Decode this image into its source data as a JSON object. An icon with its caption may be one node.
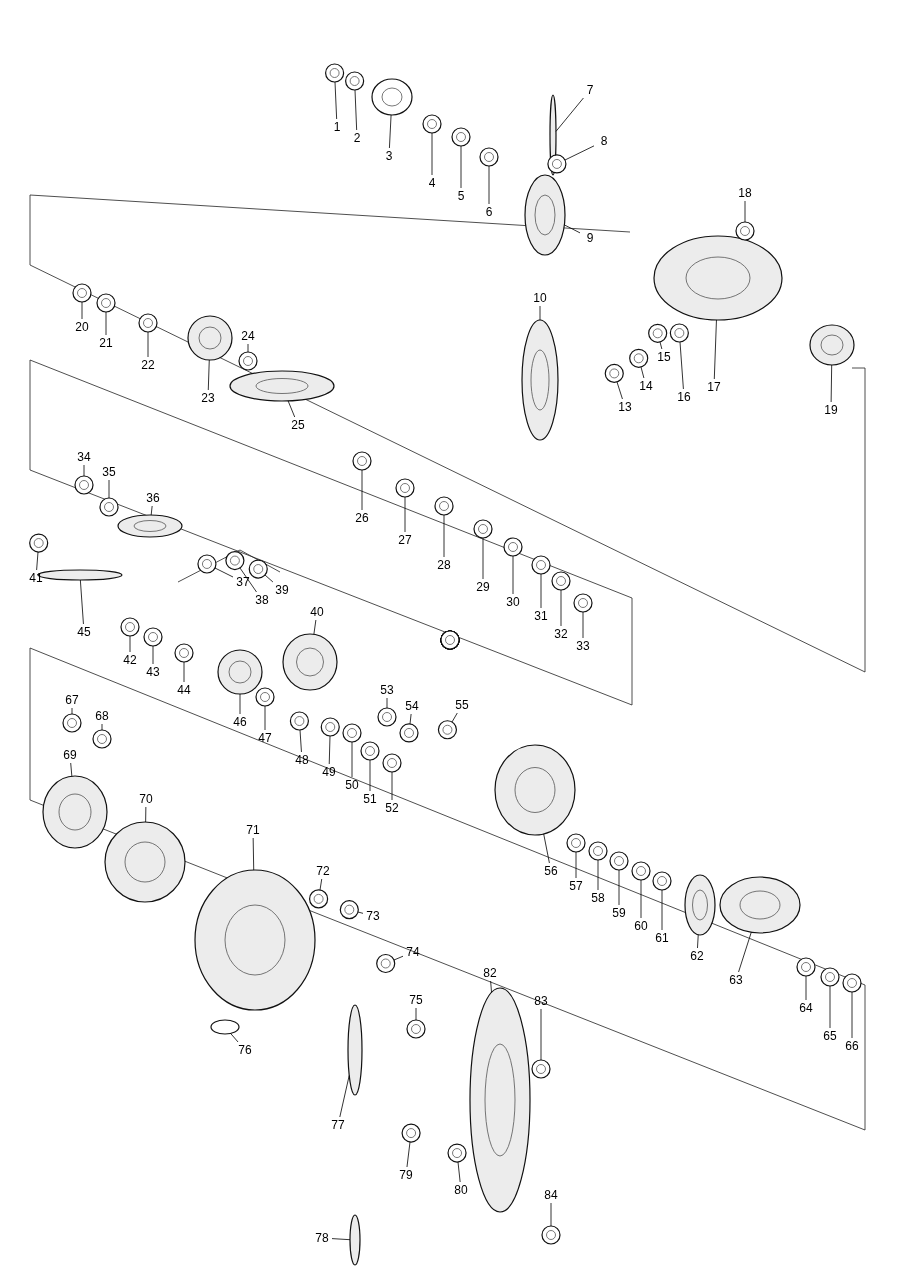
{
  "diagram": {
    "nodes": [
      {
        "text": [
          "1"
        ]
      },
      {
        "text": [
          "2"
        ]
      },
      {
        "text": [
          "3"
        ]
      },
      {
        "text": [
          "4"
        ]
      },
      {
        "text": [
          "5"
        ]
      },
      {
        "text": [
          "6"
        ]
      },
      {
        "text": [
          "7"
        ]
      },
      {
        "text": [
          "8"
        ]
      },
      {
        "text": [
          "9"
        ]
      },
      {
        "text": [
          "10"
        ]
      },
      {
        "text": [
          "13"
        ]
      },
      {
        "text": [
          "14"
        ]
      },
      {
        "text": [
          "15"
        ]
      },
      {
        "text": [
          "16"
        ]
      },
      {
        "text": [
          "17"
        ]
      },
      {
        "text": [
          "18"
        ]
      },
      {
        "text": [
          "19"
        ]
      },
      {
        "text": [
          "20"
        ]
      },
      {
        "text": [
          "21"
        ]
      },
      {
        "text": [
          "22"
        ]
      },
      {
        "text": [
          "23"
        ]
      },
      {
        "text": [
          "24"
        ]
      },
      {
        "text": [
          "25"
        ]
      },
      {
        "text": [
          "26"
        ]
      },
      {
        "text": [
          "27"
        ]
      },
      {
        "text": [
          "28"
        ]
      },
      {
        "text": [
          "29"
        ]
      },
      {
        "text": [
          "30"
        ]
      },
      {
        "text": [
          "31"
        ]
      },
      {
        "text": [
          "32"
        ]
      },
      {
        "text": [
          "33"
        ]
      },
      {
        "text": [
          "34"
        ]
      },
      {
        "text": [
          "35"
        ]
      },
      {
        "text": [
          "36"
        ]
      },
      {
        "text": [
          "37"
        ]
      },
      {
        "text": [
          "38"
        ]
      },
      {
        "text": [
          "39"
        ]
      },
      {
        "text": [
          "40"
        ]
      },
      {
        "text": [
          "41"
        ]
      },
      {
        "text": [
          "42"
        ]
      },
      {
        "text": [
          "43"
        ]
      },
      {
        "text": [
          "44"
        ]
      },
      {
        "text": [
          "45"
        ]
      },
      {
        "text": [
          "46"
        ]
      },
      {
        "text": [
          "47"
        ]
      },
      {
        "text": [
          "48"
        ]
      },
      {
        "text": [
          "49"
        ]
      },
      {
        "text": [
          "50"
        ]
      },
      {
        "text": [
          "51"
        ]
      },
      {
        "text": [
          "52"
        ]
      },
      {
        "text": [
          "53"
        ]
      },
      {
        "text": [
          "54"
        ]
      },
      {
        "text": [
          "55"
        ]
      },
      {
        "text": [
          "56"
        ]
      },
      {
        "text": [
          "57"
        ]
      },
      {
        "text": [
          "58"
        ]
      },
      {
        "text": [
          "59"
        ]
      },
      {
        "text": [
          "60"
        ]
      },
      {
        "text": [
          "61"
        ]
      },
      {
        "text": [
          "62"
        ]
      },
      {
        "text": [
          "63"
        ]
      },
      {
        "text": [
          "64"
        ]
      },
      {
        "text": [
          "65"
        ]
      },
      {
        "text": [
          "66"
        ]
      },
      {
        "text": [
          "67"
        ]
      },
      {
        "text": [
          "68"
        ]
      },
      {
        "text": [
          "69"
        ]
      },
      {
        "text": [
          "70"
        ]
      },
      {
        "text": [
          "71"
        ]
      },
      {
        "text": [
          "72"
        ]
      },
      {
        "text": [
          "73"
        ]
      },
      {
        "text": [
          "74"
        ]
      },
      {
        "text": [
          "75"
        ]
      },
      {
        "text": [
          "76"
        ]
      },
      {
        "text": [
          "77"
        ]
      },
      {
        "text": [
          "78"
        ]
      },
      {
        "text": [
          "79"
        ]
      },
      {
        "text": [
          "80"
        ]
      },
      {
        "text": [
          "82"
        ]
      },
      {
        "text": [
          "83"
        ]
      },
      {
        "text": [
          "84"
        ]
      },
      {
        "text": [],
        "shape": "circle"
      },
      {
        "text": [],
        "shape": "circle"
      },
      {
        "text": [],
        "shape": "circle"
      },
      {
        "text": [],
        "shape": "circle"
      },
      {
        "text": [],
        "shape": "circle"
      },
      {
        "text": [],
        "shape": "circle"
      },
      {
        "text": [],
        "shape": "circle"
      },
      {
        "text": [],
        "shape": "circle"
      },
      {
        "text": [],
        "shape": "circle"
      },
      {
        "text": [],
        "shape": "circle"
      },
      {
        "text": [],
        "shape": "circle"
      },
      {
        "text": [],
        "shape": "circle"
      },
      {
        "text": [],
        "shape": "circle"
      },
      {
        "text": [],
        "shape": "circle"
      },
      {
        "text": [],
        "shape": "circle"
      },
      {
        "text": [],
        "shape": "circle"
      },
      {
        "text": [],
        "shape": "circle"
      },
      {
        "text": [],
        "shape": "circle"
      },
      {
        "text": [],
        "shape": "circle"
      },
      {
        "text": [],
        "shape": "circle"
      },
      {
        "text": [],
        "shape": "circle"
      },
      {
        "text": [],
        "shape": "circle"
      },
      {
        "text": [],
        "shape": "circle"
      },
      {
        "text": [],
        "shape": "circle"
      },
      {
        "text": [],
        "shape": "circle"
      },
      {
        "text": [],
        "shape": "circle"
      },
      {
        "text": [],
        "shape": "circle"
      },
      {
        "text": [],
        "shape": "circle"
      },
      {
        "text": [],
        "shape": "circle"
      },
      {
        "text": [],
        "shape": "circle"
      },
      {
        "text": [],
        "shape": "circle"
      },
      {
        "text": [],
        "shape": "circle"
      },
      {
        "text": [],
        "shape": "circle"
      },
      {
        "text": [],
        "shape": "circle"
      },
      {
        "text": [],
        "shape": "circle"
      },
      {
        "text": [],
        "shape": "circle"
      },
      {
        "text": [],
        "shape": "circle"
      },
      {
        "text": [],
        "shape": "circle"
      },
      {
        "text": [],
        "shape": "circle"
      },
      {
        "text": [],
        "shape": "circle"
      },
      {
        "text": [],
        "shape": "circle"
      },
      {
        "text": [],
        "shape": "circle"
      },
      {
        "text": [],
        "shape": "circle"
      },
      {
        "text": [],
        "shape": "circle"
      },
      {
        "text": [],
        "shape": "circle"
      },
      {
        "text": [],
        "shape": "circle"
      },
      {
        "text": [],
        "shape": "circle"
      },
      {
        "text": [],
        "shape": "circle"
      },
      {
        "text": [],
        "shape": "circle"
      },
      {
        "text": [],
        "shape": "circle"
      },
      {
        "text": [],
        "shape": "circle"
      },
      {
        "text": [],
        "shape": "circle"
      },
      {
        "text": [],
        "shape": "circle"
      },
      {
        "text": [],
        "shape": "circle"
      },
      {
        "text": [],
        "shape": "circle"
      },
      {
        "text": [],
        "shape": "circle"
      },
      {
        "text": [],
        "shape": "circle"
      },
      {
        "text": [],
        "shape": "circle"
      },
      {
        "text": [],
        "shape": "circle"
      },
      {
        "text": [],
        "shape": "circle"
      },
      {
        "text": [],
        "shape": "circle"
      },
      {
        "text": [],
        "shape": "circle"
      },
      {
        "text": [],
        "shape": "circle"
      },
      {
        "text": [],
        "shape": "circle"
      },
      {
        "text": [],
        "shape": "circle"
      },
      {
        "text": [],
        "shape": "circle"
      },
      {
        "text": [],
        "shape": "circle"
      },
      {
        "text": [],
        "shape": "circle"
      },
      {
        "text": [],
        "shape": "circle"
      },
      {
        "text": [],
        "shape": "circle"
      },
      {
        "text": [],
        "shape": "circle"
      },
      {
        "text": [],
        "shape": "circle"
      },
      {
        "text": [],
        "shape": "circle"
      },
      {
        "text": [],
        "shape": "circle"
      },
      {
        "text": [],
        "shape": "circle"
      },
      {
        "text": [],
        "shape": "circle"
      },
      {
        "text": [],
        "shape": "circle"
      },
      {
        "text": [],
        "shape": "circle"
      },
      {
        "text": [],
        "shape": "circle"
      },
      {
        "text": [],
        "shape": "circle"
      },
      {
        "text": [],
        "shape": "circle"
      },
      {
        "text": [],
        "shape": "circle"
      },
      {
        "text": [],
        "shape": "circle"
      },
      {
        "text": [],
        "shape": "circle"
      },
      {
        "text": [],
        "shape": "circle"
      },
      {
        "text": [],
        "shape": "circle"
      },
      {
        "text": [],
        "shape": "circle"
      },
      {
        "text": [],
        "shape": "circle"
      },
      {
        "text": [],
        "shape": "circle"
      },
      {
        "text": [],
        "shape": "circle"
      },
      {
        "text": [],
        "shape": "circle"
      }
    ],
    "edges": [
      {
        "from": 0,
        "to": 81,
        "arrow": "none"
      },
      {
        "from": 1,
        "to": 82,
        "arrow": "none"
      },
      {
        "from": 2,
        "to": 83,
        "arrow": "none"
      },
      {
        "from": 3,
        "to": 84,
        "arrow": "none"
      },
      {
        "from": 4,
        "to": 85,
        "arrow": "none"
      },
      {
        "from": 5,
        "to": 86,
        "arrow": "none"
      },
      {
        "from": 6,
        "to": 87,
        "arrow": "none"
      },
      {
        "from": 7,
        "to": 88,
        "arrow": "none"
      },
      {
        "from": 8,
        "to": 89,
        "arrow": "none"
      },
      {
        "from": 9,
        "to": 90,
        "arrow": "none"
      },
      {
        "from": 10,
        "to": 91,
        "arrow": "none"
      },
      {
        "from": 11,
        "to": 92,
        "arrow": "none"
      },
      {
        "from": 12,
        "to": 93,
        "arrow": "none"
      },
      {
        "from": 13,
        "to": 94,
        "arrow": "none"
      },
      {
        "from": 14,
        "to": 95,
        "arrow": "none"
      },
      {
        "from": 15,
        "to": 96,
        "arrow": "none"
      },
      {
        "from": 16,
        "to": 97,
        "arrow": "none"
      },
      {
        "from": 17,
        "to": 98,
        "arrow": "none"
      },
      {
        "from": 18,
        "to": 99,
        "arrow": "none"
      },
      {
        "from": 19,
        "to": 100,
        "arrow": "none"
      },
      {
        "from": 20,
        "to": 101,
        "arrow": "none"
      },
      {
        "from": 21,
        "to": 102,
        "arrow": "none"
      },
      {
        "from": 22,
        "to": 103,
        "arrow": "none"
      },
      {
        "from": 23,
        "to": 104,
        "arrow": "none"
      },
      {
        "from": 24,
        "to": 105,
        "arrow": "none"
      },
      {
        "from": 25,
        "to": 106,
        "arrow": "none"
      },
      {
        "from": 26,
        "to": 107,
        "arrow": "none"
      },
      {
        "from": 27,
        "to": 108,
        "arrow": "none"
      },
      {
        "from": 28,
        "to": 109,
        "arrow": "none"
      },
      {
        "from": 29,
        "to": 110,
        "arrow": "none"
      },
      {
        "from": 30,
        "to": 111,
        "arrow": "none"
      },
      {
        "from": 31,
        "to": 112,
        "arrow": "none"
      },
      {
        "from": 32,
        "to": 113,
        "arrow": "none"
      },
      {
        "from": 33,
        "to": 114,
        "arrow": "none"
      },
      {
        "from": 34,
        "to": 115,
        "arrow": "none"
      },
      {
        "from": 35,
        "to": 116,
        "arrow": "none"
      },
      {
        "from": 36,
        "to": 117,
        "arrow": "none"
      },
      {
        "from": 37,
        "to": 118,
        "arrow": "none"
      },
      {
        "from": 38,
        "to": 119,
        "arrow": "none"
      },
      {
        "from": 39,
        "to": 120,
        "arrow": "none"
      },
      {
        "from": 40,
        "to": 121,
        "arrow": "none"
      },
      {
        "from": 41,
        "to": 122,
        "arrow": "none"
      },
      {
        "from": 42,
        "to": 123,
        "arrow": "none"
      },
      {
        "from": 43,
        "to": 124,
        "arrow": "none"
      },
      {
        "from": 44,
        "to": 125,
        "arrow": "none"
      },
      {
        "from": 45,
        "to": 126,
        "arrow": "none"
      },
      {
        "from": 46,
        "to": 127,
        "arrow": "none"
      },
      {
        "from": 47,
        "to": 128,
        "arrow": "none"
      },
      {
        "from": 48,
        "to": 129,
        "arrow": "none"
      },
      {
        "from": 49,
        "to": 130,
        "arrow": "none"
      },
      {
        "from": 50,
        "to": 131,
        "arrow": "none"
      },
      {
        "from": 51,
        "to": 132,
        "arrow": "none"
      },
      {
        "from": 52,
        "to": 133,
        "arrow": "none"
      },
      {
        "from": 53,
        "to": 134,
        "arrow": "none"
      },
      {
        "from": 54,
        "to": 135,
        "arrow": "none"
      },
      {
        "from": 55,
        "to": 136,
        "arrow": "none"
      },
      {
        "from": 56,
        "to": 137,
        "arrow": "none"
      },
      {
        "from": 57,
        "to": 138,
        "arrow": "none"
      },
      {
        "from": 58,
        "to": 139,
        "arrow": "none"
      },
      {
        "from": 59,
        "to": 140,
        "arrow": "none"
      },
      {
        "from": 60,
        "to": 141,
        "arrow": "none"
      },
      {
        "from": 61,
        "to": 142,
        "arrow": "none"
      },
      {
        "from": 62,
        "to": 143,
        "arrow": "none"
      },
      {
        "from": 63,
        "to": 144,
        "arrow": "none"
      },
      {
        "from": 64,
        "to": 145,
        "arrow": "none"
      },
      {
        "from": 65,
        "to": 146,
        "arrow": "none"
      },
      {
        "from": 66,
        "to": 147,
        "arrow": "none"
      },
      {
        "from": 67,
        "to": 148,
        "arrow": "none"
      },
      {
        "from": 68,
        "to": 149,
        "arrow": "none"
      },
      {
        "from": 69,
        "to": 150,
        "arrow": "none"
      },
      {
        "from": 70,
        "to": 151,
        "arrow": "none"
      },
      {
        "from": 71,
        "to": 152,
        "arrow": "none"
      },
      {
        "from": 72,
        "to": 153,
        "arrow": "none"
      },
      {
        "from": 73,
        "to": 154,
        "arrow": "none"
      },
      {
        "from": 74,
        "to": 155,
        "arrow": "none"
      },
      {
        "from": 75,
        "to": 156,
        "arrow": "none"
      },
      {
        "from": 76,
        "to": 157,
        "arrow": "none"
      },
      {
        "from": 77,
        "to": 158,
        "arrow": "none"
      },
      {
        "from": 78,
        "to": 159,
        "arrow": "none"
      },
      {
        "from": 79,
        "to": 160,
        "arrow": "none"
      },
      {
        "from": 80,
        "to": 161,
        "arrow": "none"
      }
    ]
  }
}
